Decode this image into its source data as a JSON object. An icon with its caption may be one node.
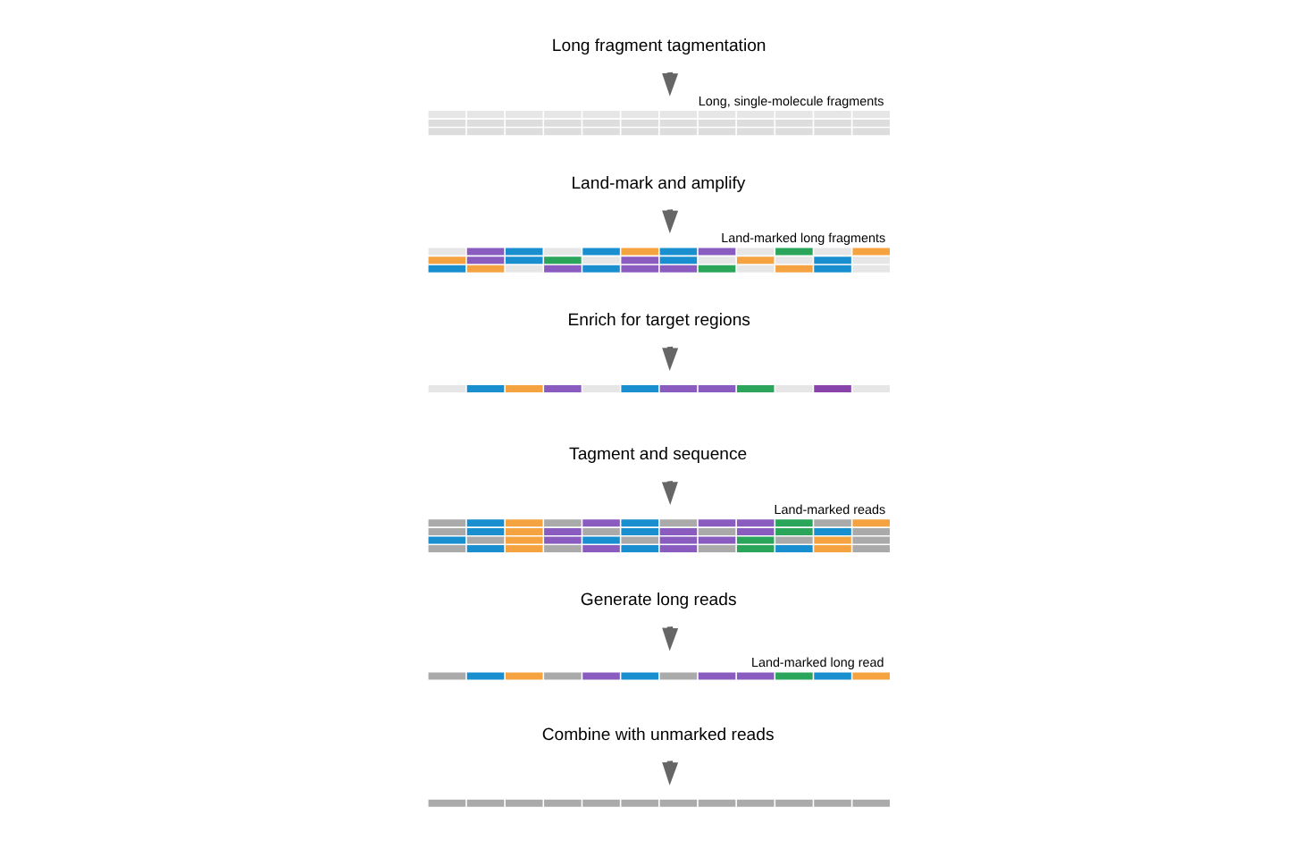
{
  "diagram": {
    "nodes": [
      {
        "text": [
          "Long fragment tagmentation"
        ]
      },
      {
        "text": [],
        "shape": "picture",
        "beside": [
          "Long, single-molecule fragments"
        ]
      },
      {
        "text": [
          "Land-mark and amplify"
        ]
      },
      {
        "text": [],
        "shape": "picture",
        "beside": [
          "Land-marked long fragments"
        ]
      },
      {
        "text": [
          "Enrich for target regions"
        ]
      },
      {
        "text": [],
        "shape": "picture"
      },
      {
        "text": [
          "Tagment and sequence"
        ]
      },
      {
        "text": [],
        "shape": "picture",
        "beside": [
          "Land-marked reads"
        ]
      },
      {
        "text": [
          "Generate long reads"
        ]
      },
      {
        "text": [],
        "shape": "picture",
        "beside": [
          "Land-marked long read"
        ]
      },
      {
        "text": [
          "Combine with unmarked reads"
        ]
      },
      {
        "text": [],
        "shape": "picture"
      }
    ],
    "edges": [
      {
        "from": 0,
        "to": 1,
        "arrow": "to"
      },
      {
        "from": 2,
        "to": 3,
        "arrow": "to"
      },
      {
        "from": 4,
        "to": 5,
        "arrow": "to"
      },
      {
        "from": 6,
        "to": 7,
        "arrow": "to"
      },
      {
        "from": 8,
        "to": 9,
        "arrow": "to"
      },
      {
        "from": 10,
        "to": 11,
        "arrow": "to"
      }
    ]
  }
}
